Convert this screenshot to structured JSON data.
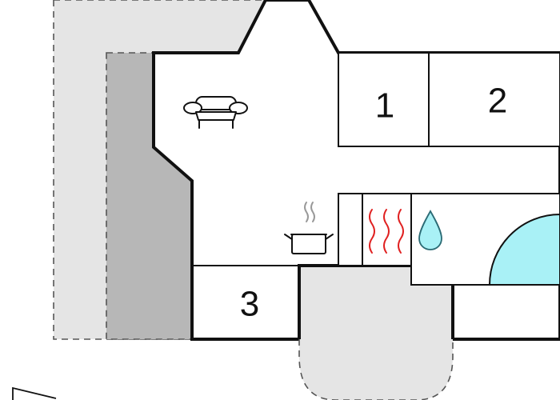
{
  "rooms": [
    {
      "id": "bedroom-1",
      "label": "1"
    },
    {
      "id": "bedroom-2",
      "label": "2"
    },
    {
      "id": "bedroom-3",
      "label": "3"
    }
  ],
  "icons": {
    "sofa": "sofa-icon",
    "cooking_pot": "cooking-pot-icon",
    "heating": "heat-waves-icon",
    "water": "water-drop-icon",
    "pool": "pool-icon"
  },
  "colors": {
    "wall": "#111111",
    "terrace": "#e5e5e5",
    "terrace_dark": "#b7b7b7",
    "heating": "#e02020",
    "water": "#a9f1f6",
    "water_stroke": "#2a6a74"
  }
}
